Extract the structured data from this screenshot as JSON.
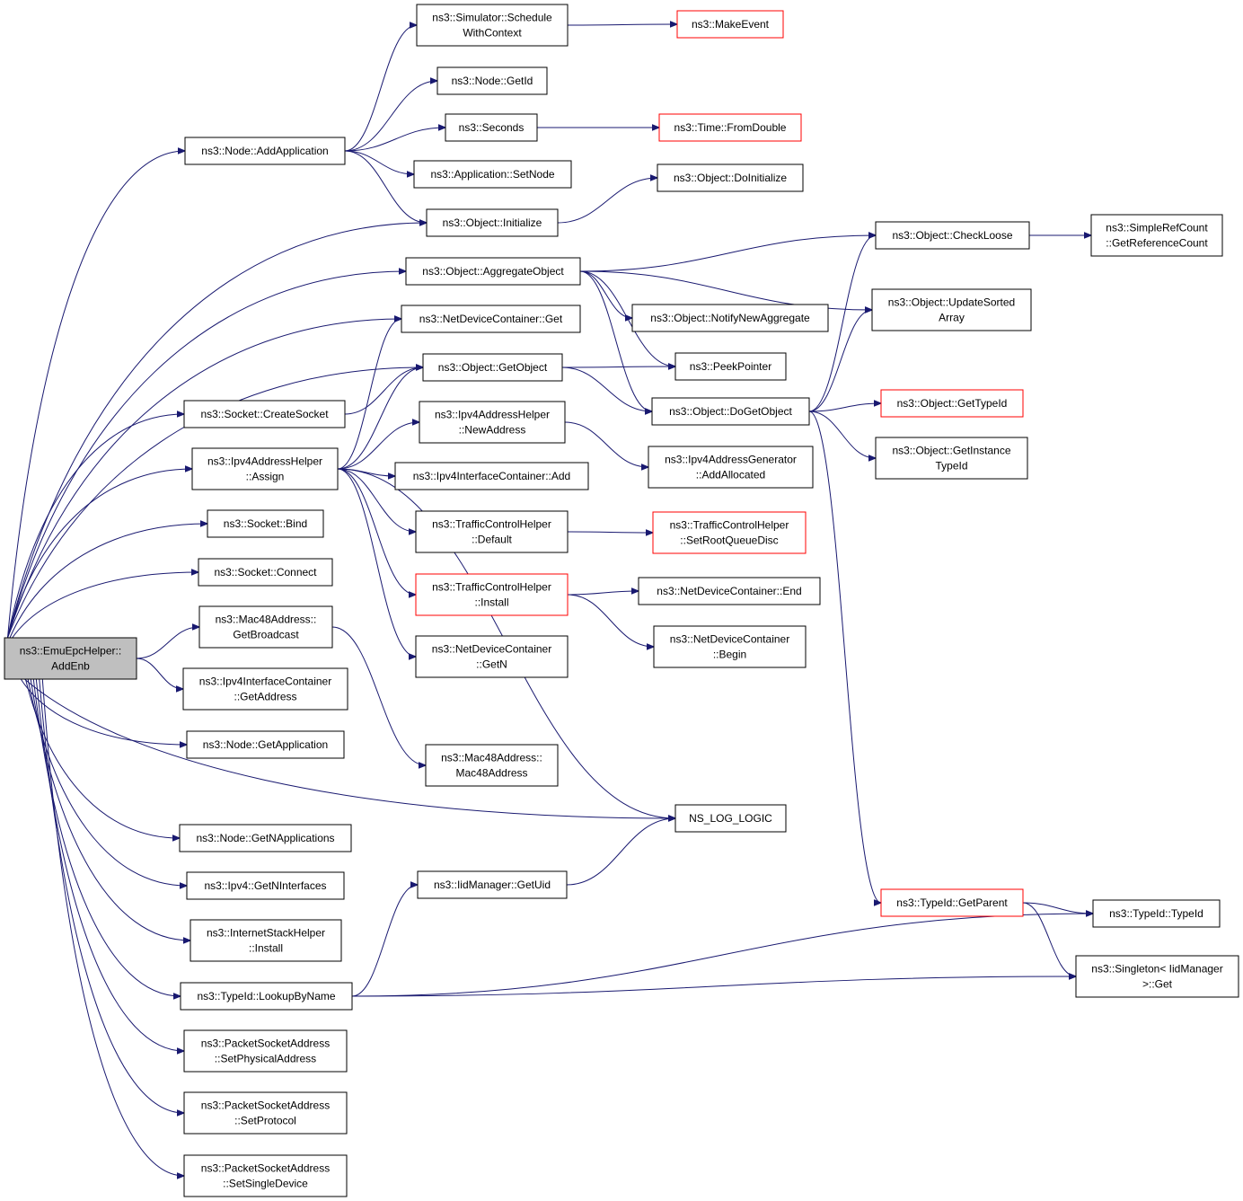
{
  "nodes": [
    {
      "id": "root",
      "lines": [
        "ns3::EmuEpcHelper::",
        "AddEnb"
      ],
      "style": "root"
    },
    {
      "id": "addApplication",
      "lines": [
        "ns3::Node::AddApplication"
      ],
      "style": "normal"
    },
    {
      "id": "scheduleWithContext",
      "lines": [
        "ns3::Simulator::Schedule",
        "WithContext"
      ],
      "style": "normal"
    },
    {
      "id": "makeEvent",
      "lines": [
        "ns3::MakeEvent"
      ],
      "style": "red"
    },
    {
      "id": "nodeGetId",
      "lines": [
        "ns3::Node::GetId"
      ],
      "style": "normal"
    },
    {
      "id": "seconds",
      "lines": [
        "ns3::Seconds"
      ],
      "style": "normal"
    },
    {
      "id": "timeFromDouble",
      "lines": [
        "ns3::Time::FromDouble"
      ],
      "style": "red"
    },
    {
      "id": "appSetNode",
      "lines": [
        "ns3::Application::SetNode"
      ],
      "style": "normal"
    },
    {
      "id": "doInitialize",
      "lines": [
        "ns3::Object::DoInitialize"
      ],
      "style": "normal"
    },
    {
      "id": "objInitialize",
      "lines": [
        "ns3::Object::Initialize"
      ],
      "style": "normal"
    },
    {
      "id": "checkLoose",
      "lines": [
        "ns3::Object::CheckLoose"
      ],
      "style": "normal"
    },
    {
      "id": "simpleRefCount",
      "lines": [
        "ns3::SimpleRefCount",
        "::GetReferenceCount"
      ],
      "style": "normal"
    },
    {
      "id": "aggregateObject",
      "lines": [
        "ns3::Object::AggregateObject"
      ],
      "style": "normal"
    },
    {
      "id": "updateSorted",
      "lines": [
        "ns3::Object::UpdateSorted",
        "Array"
      ],
      "style": "normal"
    },
    {
      "id": "netDevGet",
      "lines": [
        "ns3::NetDeviceContainer::Get"
      ],
      "style": "normal"
    },
    {
      "id": "notifyNewAgg",
      "lines": [
        "ns3::Object::NotifyNewAggregate"
      ],
      "style": "normal"
    },
    {
      "id": "getObject",
      "lines": [
        "ns3::Object::GetObject"
      ],
      "style": "normal"
    },
    {
      "id": "peekPointer",
      "lines": [
        "ns3::PeekPointer"
      ],
      "style": "normal"
    },
    {
      "id": "createSocket",
      "lines": [
        "ns3::Socket::CreateSocket"
      ],
      "style": "normal"
    },
    {
      "id": "doGetObject",
      "lines": [
        "ns3::Object::DoGetObject"
      ],
      "style": "normal"
    },
    {
      "id": "getTypeId",
      "lines": [
        "ns3::Object::GetTypeId"
      ],
      "style": "red"
    },
    {
      "id": "newAddress",
      "lines": [
        "ns3::Ipv4AddressHelper",
        "::NewAddress"
      ],
      "style": "normal"
    },
    {
      "id": "assign",
      "lines": [
        "ns3::Ipv4AddressHelper",
        "::Assign"
      ],
      "style": "normal"
    },
    {
      "id": "getInstanceTypeId",
      "lines": [
        "ns3::Object::GetInstance",
        "TypeId"
      ],
      "style": "normal"
    },
    {
      "id": "addAllocated",
      "lines": [
        "ns3::Ipv4AddressGenerator",
        "::AddAllocated"
      ],
      "style": "normal"
    },
    {
      "id": "ipv4IfAdd",
      "lines": [
        "ns3::Ipv4InterfaceContainer::Add"
      ],
      "style": "normal"
    },
    {
      "id": "socketBind",
      "lines": [
        "ns3::Socket::Bind"
      ],
      "style": "normal"
    },
    {
      "id": "tcDefault",
      "lines": [
        "ns3::TrafficControlHelper",
        "::Default"
      ],
      "style": "normal"
    },
    {
      "id": "setRootQueueDisc",
      "lines": [
        "ns3::TrafficControlHelper",
        "::SetRootQueueDisc"
      ],
      "style": "red"
    },
    {
      "id": "socketConnect",
      "lines": [
        "ns3::Socket::Connect"
      ],
      "style": "normal"
    },
    {
      "id": "tcInstall",
      "lines": [
        "ns3::TrafficControlHelper",
        "::Install"
      ],
      "style": "red"
    },
    {
      "id": "netDevEnd",
      "lines": [
        "ns3::NetDeviceContainer::End"
      ],
      "style": "normal"
    },
    {
      "id": "getBroadcast",
      "lines": [
        "ns3::Mac48Address::",
        "GetBroadcast"
      ],
      "style": "normal"
    },
    {
      "id": "netDevBegin",
      "lines": [
        "ns3::NetDeviceContainer",
        "::Begin"
      ],
      "style": "normal"
    },
    {
      "id": "netDevGetN",
      "lines": [
        "ns3::NetDeviceContainer",
        "::GetN"
      ],
      "style": "normal"
    },
    {
      "id": "ipv4IfGetAddress",
      "lines": [
        "ns3::Ipv4InterfaceContainer",
        "::GetAddress"
      ],
      "style": "normal"
    },
    {
      "id": "nodeGetApplication",
      "lines": [
        "ns3::Node::GetApplication"
      ],
      "style": "normal"
    },
    {
      "id": "mac48Address",
      "lines": [
        "ns3::Mac48Address::",
        "Mac48Address"
      ],
      "style": "normal"
    },
    {
      "id": "nsLogLogic",
      "lines": [
        "NS_LOG_LOGIC"
      ],
      "style": "normal"
    },
    {
      "id": "getNApplications",
      "lines": [
        "ns3::Node::GetNApplications"
      ],
      "style": "normal"
    },
    {
      "id": "getNInterfaces",
      "lines": [
        "ns3::Ipv4::GetNInterfaces"
      ],
      "style": "normal"
    },
    {
      "id": "iidGetUid",
      "lines": [
        "ns3::IidManager::GetUid"
      ],
      "style": "normal"
    },
    {
      "id": "typeIdGetParent",
      "lines": [
        "ns3::TypeId::GetParent"
      ],
      "style": "red"
    },
    {
      "id": "typeIdTypeId",
      "lines": [
        "ns3::TypeId::TypeId"
      ],
      "style": "normal"
    },
    {
      "id": "internetStackInstall",
      "lines": [
        "ns3::InternetStackHelper",
        "::Install"
      ],
      "style": "normal"
    },
    {
      "id": "singletonGet",
      "lines": [
        "ns3::Singleton< IidManager",
        " >::Get"
      ],
      "style": "normal"
    },
    {
      "id": "lookupByName",
      "lines": [
        "ns3::TypeId::LookupByName"
      ],
      "style": "normal"
    },
    {
      "id": "setPhysicalAddress",
      "lines": [
        "ns3::PacketSocketAddress",
        "::SetPhysicalAddress"
      ],
      "style": "normal"
    },
    {
      "id": "setProtocol",
      "lines": [
        "ns3::PacketSocketAddress",
        "::SetProtocol"
      ],
      "style": "normal"
    },
    {
      "id": "setSingleDevice",
      "lines": [
        "ns3::PacketSocketAddress",
        "::SetSingleDevice"
      ],
      "style": "normal"
    }
  ],
  "edges": [
    [
      "root",
      "addApplication"
    ],
    [
      "root",
      "objInitialize"
    ],
    [
      "root",
      "aggregateObject"
    ],
    [
      "root",
      "netDevGet"
    ],
    [
      "root",
      "getObject"
    ],
    [
      "root",
      "createSocket"
    ],
    [
      "root",
      "assign"
    ],
    [
      "root",
      "socketBind"
    ],
    [
      "root",
      "socketConnect"
    ],
    [
      "root",
      "getBroadcast"
    ],
    [
      "root",
      "ipv4IfGetAddress"
    ],
    [
      "root",
      "nodeGetApplication"
    ],
    [
      "root",
      "nsLogLogic"
    ],
    [
      "root",
      "getNApplications"
    ],
    [
      "root",
      "getNInterfaces"
    ],
    [
      "root",
      "internetStackInstall"
    ],
    [
      "root",
      "lookupByName"
    ],
    [
      "root",
      "setPhysicalAddress"
    ],
    [
      "root",
      "setProtocol"
    ],
    [
      "root",
      "setSingleDevice"
    ],
    [
      "addApplication",
      "scheduleWithContext"
    ],
    [
      "addApplication",
      "nodeGetId"
    ],
    [
      "addApplication",
      "seconds"
    ],
    [
      "addApplication",
      "appSetNode"
    ],
    [
      "addApplication",
      "objInitialize"
    ],
    [
      "scheduleWithContext",
      "makeEvent"
    ],
    [
      "seconds",
      "timeFromDouble"
    ],
    [
      "objInitialize",
      "doInitialize"
    ],
    [
      "aggregateObject",
      "checkLoose"
    ],
    [
      "aggregateObject",
      "updateSorted"
    ],
    [
      "aggregateObject",
      "notifyNewAgg"
    ],
    [
      "aggregateObject",
      "peekPointer"
    ],
    [
      "aggregateObject",
      "doGetObject"
    ],
    [
      "checkLoose",
      "simpleRefCount"
    ],
    [
      "getObject",
      "peekPointer"
    ],
    [
      "getObject",
      "doGetObject"
    ],
    [
      "createSocket",
      "getObject"
    ],
    [
      "doGetObject",
      "checkLoose"
    ],
    [
      "doGetObject",
      "updateSorted"
    ],
    [
      "doGetObject",
      "getTypeId"
    ],
    [
      "doGetObject",
      "getInstanceTypeId"
    ],
    [
      "doGetObject",
      "typeIdGetParent"
    ],
    [
      "assign",
      "netDevGet"
    ],
    [
      "assign",
      "getObject"
    ],
    [
      "assign",
      "newAddress"
    ],
    [
      "assign",
      "ipv4IfAdd"
    ],
    [
      "assign",
      "tcDefault"
    ],
    [
      "assign",
      "tcInstall"
    ],
    [
      "assign",
      "netDevGetN"
    ],
    [
      "assign",
      "nsLogLogic"
    ],
    [
      "newAddress",
      "addAllocated"
    ],
    [
      "tcDefault",
      "setRootQueueDisc"
    ],
    [
      "tcInstall",
      "netDevEnd"
    ],
    [
      "tcInstall",
      "netDevBegin"
    ],
    [
      "getBroadcast",
      "mac48Address"
    ],
    [
      "iidGetUid",
      "nsLogLogic"
    ],
    [
      "typeIdGetParent",
      "typeIdTypeId"
    ],
    [
      "typeIdGetParent",
      "singletonGet"
    ],
    [
      "lookupByName",
      "iidGetUid"
    ],
    [
      "lookupByName",
      "typeIdTypeId"
    ],
    [
      "lookupByName",
      "singletonGet"
    ]
  ],
  "colors": {
    "edge": "#191970",
    "box_border": "#000000",
    "highlight_border": "#ff0000",
    "root_fill": "#bfbfbf"
  }
}
